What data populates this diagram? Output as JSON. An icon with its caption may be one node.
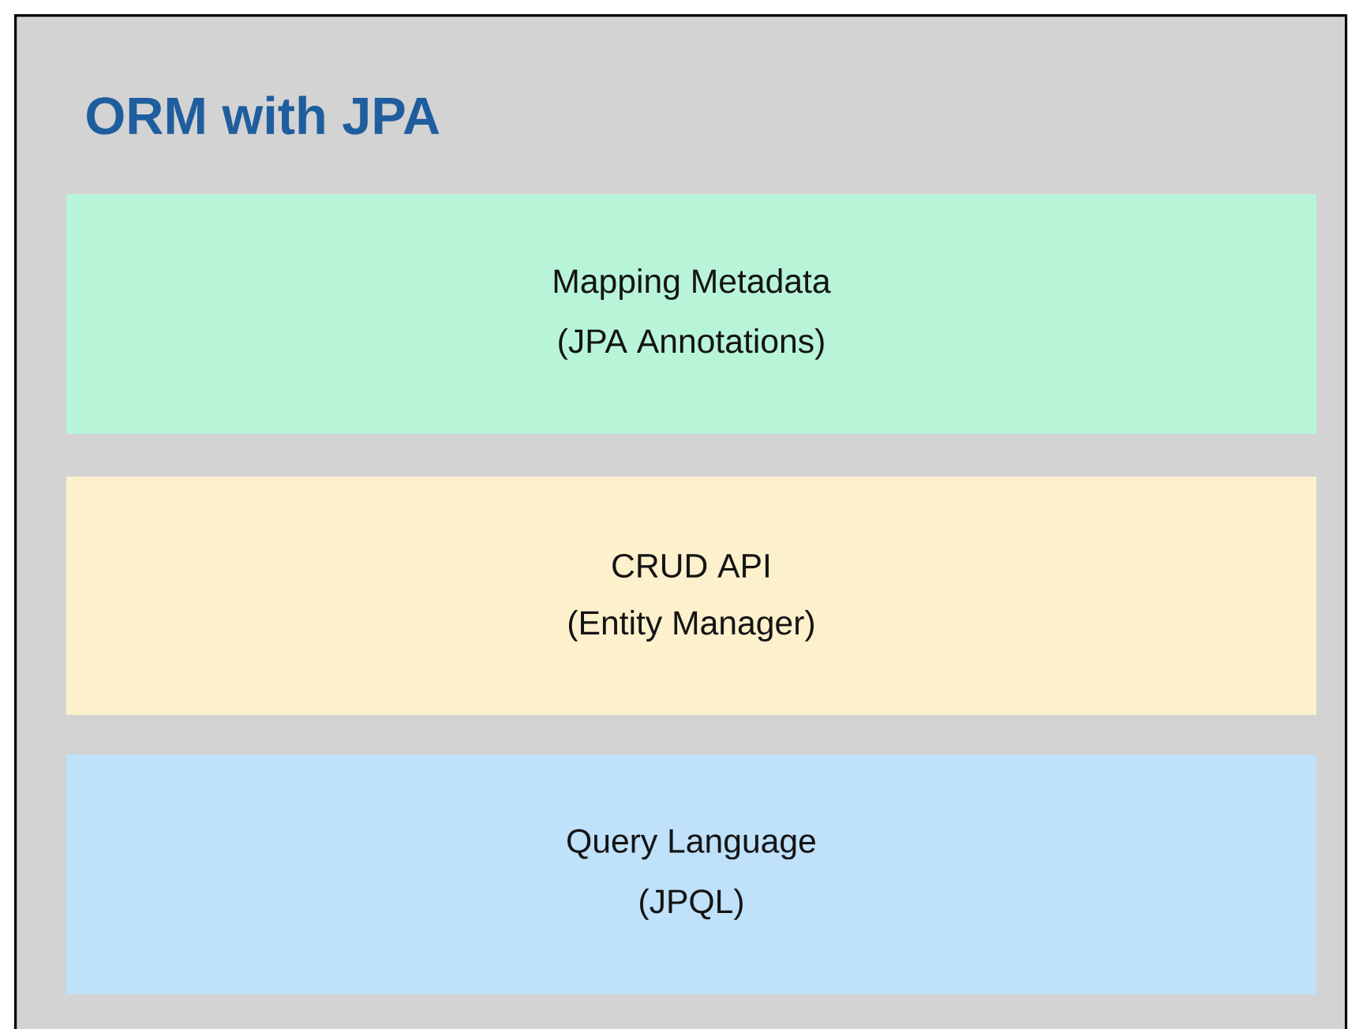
{
  "diagram": {
    "nodes": [
      {
        "text": [
          "ORM with JPA"
        ]
      },
      {
        "text": [
          "Mapping Metadata",
          "(JPA Annotations)"
        ],
        "in": 0
      },
      {
        "text": [
          "CRUD API",
          "(Entity Manager)"
        ],
        "in": 0
      },
      {
        "text": [
          "Query Language",
          "(JPQL)"
        ],
        "in": 0
      }
    ]
  }
}
